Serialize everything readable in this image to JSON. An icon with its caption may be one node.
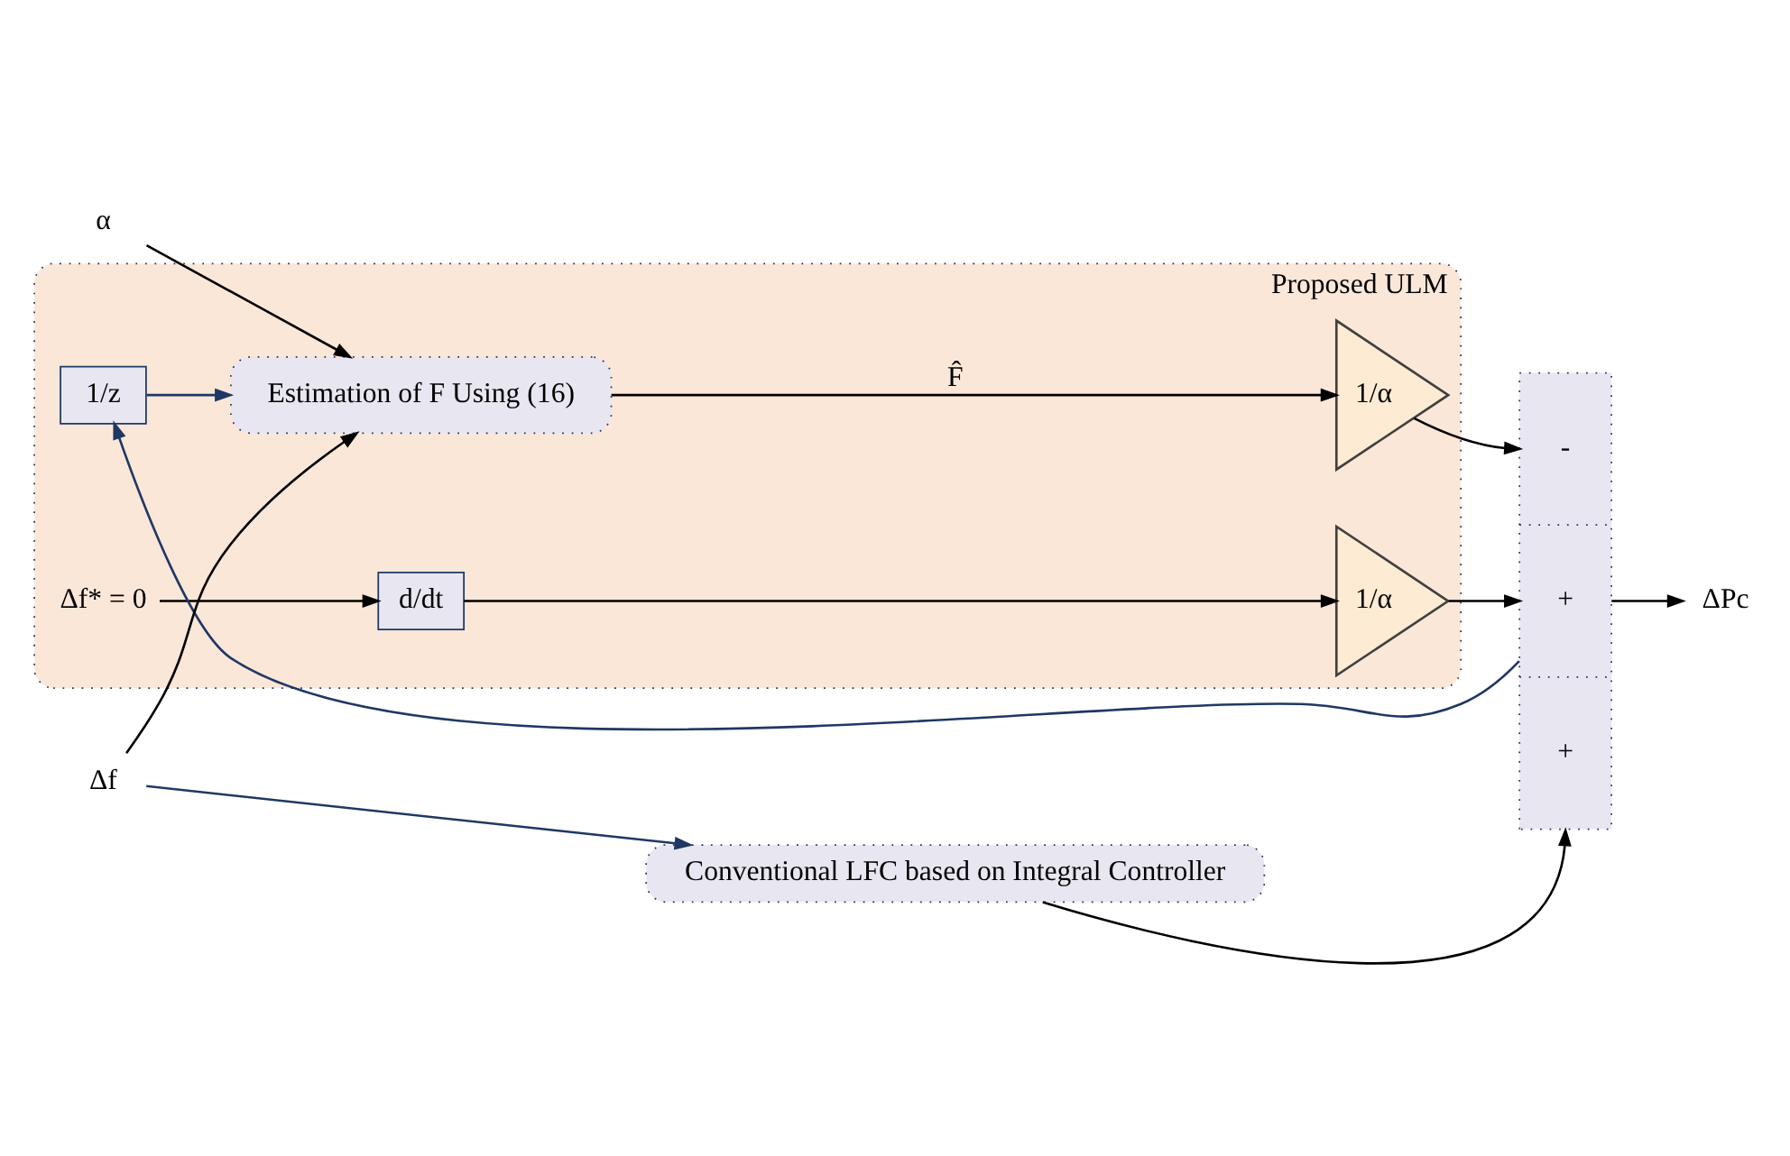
{
  "diagram": {
    "nodes": [
      {
        "text": [
          "Proposed ULM"
        ]
      },
      {
        "text": [
          "1/z"
        ],
        "in": 0
      },
      {
        "text": [
          "Estimation of F Using (16)"
        ],
        "in": 0
      },
      {
        "text": [
          "1/α"
        ],
        "in": 0
      },
      {
        "text": [
          "Δf* = 0"
        ],
        "in": 0
      },
      {
        "text": [
          "d/dt"
        ],
        "in": 0
      },
      {
        "text": [
          "1/α"
        ],
        "in": 0
      },
      {
        "text": [
          "-",
          "+",
          "+"
        ]
      },
      {
        "text": [
          "Conventional LFC based on Integral Controller"
        ]
      },
      {
        "text": [
          "Δf"
        ]
      },
      {
        "text": [
          "α"
        ]
      },
      {
        "text": [
          "ΔPc"
        ]
      }
    ],
    "edges": [
      {
        "from": 9,
        "to": 2,
        "arrow": "to"
      },
      {
        "from": 9,
        "to": 8,
        "arrow": "to",
        "color": "#1f3864"
      },
      {
        "from": 10,
        "to": 2,
        "arrow": "to"
      },
      {
        "from": 1,
        "to": 2,
        "arrow": "to",
        "color": "#1f3864"
      },
      {
        "from": 2,
        "to": 3,
        "arrow": "to",
        "label": "F̂"
      },
      {
        "from": 3,
        "to": 7,
        "arrow": "to"
      },
      {
        "from": 4,
        "to": 5,
        "arrow": "to"
      },
      {
        "from": 5,
        "to": 6,
        "arrow": "to"
      },
      {
        "from": 6,
        "to": 7,
        "arrow": "to"
      },
      {
        "from": 8,
        "to": 7,
        "arrow": "to"
      },
      {
        "from": 7,
        "to": 11,
        "arrow": "to"
      },
      {
        "from": 7,
        "to": 1,
        "arrow": "to",
        "color": "#1f3864"
      }
    ]
  }
}
